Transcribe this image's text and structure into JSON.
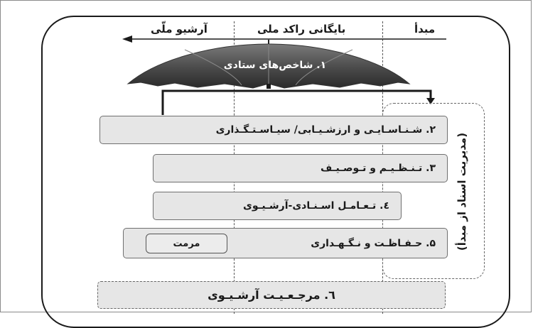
{
  "columns": {
    "origin": "مبدأ",
    "semi_active": "بایگانی راکد ملی",
    "national_archive": "آرشیو ملّی"
  },
  "umbrella": {
    "label": "۱. شاخص‌های ستادی"
  },
  "steps": {
    "step2": "۲. شـنـاسـایـی و ارزشـیـابی/ سیـاسـتـگـذاری",
    "step3": "۳. تـنـظـیـم و تـوصـیـف",
    "step4": "٤. تـعـامـل اسـنـادی-آرشـیـوی",
    "step5": "۵. حـفـاظـت و نـگـهـداری",
    "step5_sub": "مرمت",
    "step6": "٦. مرجـعـیـت آرشـیـوی"
  },
  "side_panel": {
    "label": "(مدیریت اسناد از مبدأ)"
  },
  "colors": {
    "box_fill": "#e6e6e6",
    "umbrella_canopy": "#555555",
    "line": "#1a1a1a"
  },
  "icons": [
    "umbrella-icon",
    "arrow-left-icon",
    "arrow-down-icon"
  ]
}
